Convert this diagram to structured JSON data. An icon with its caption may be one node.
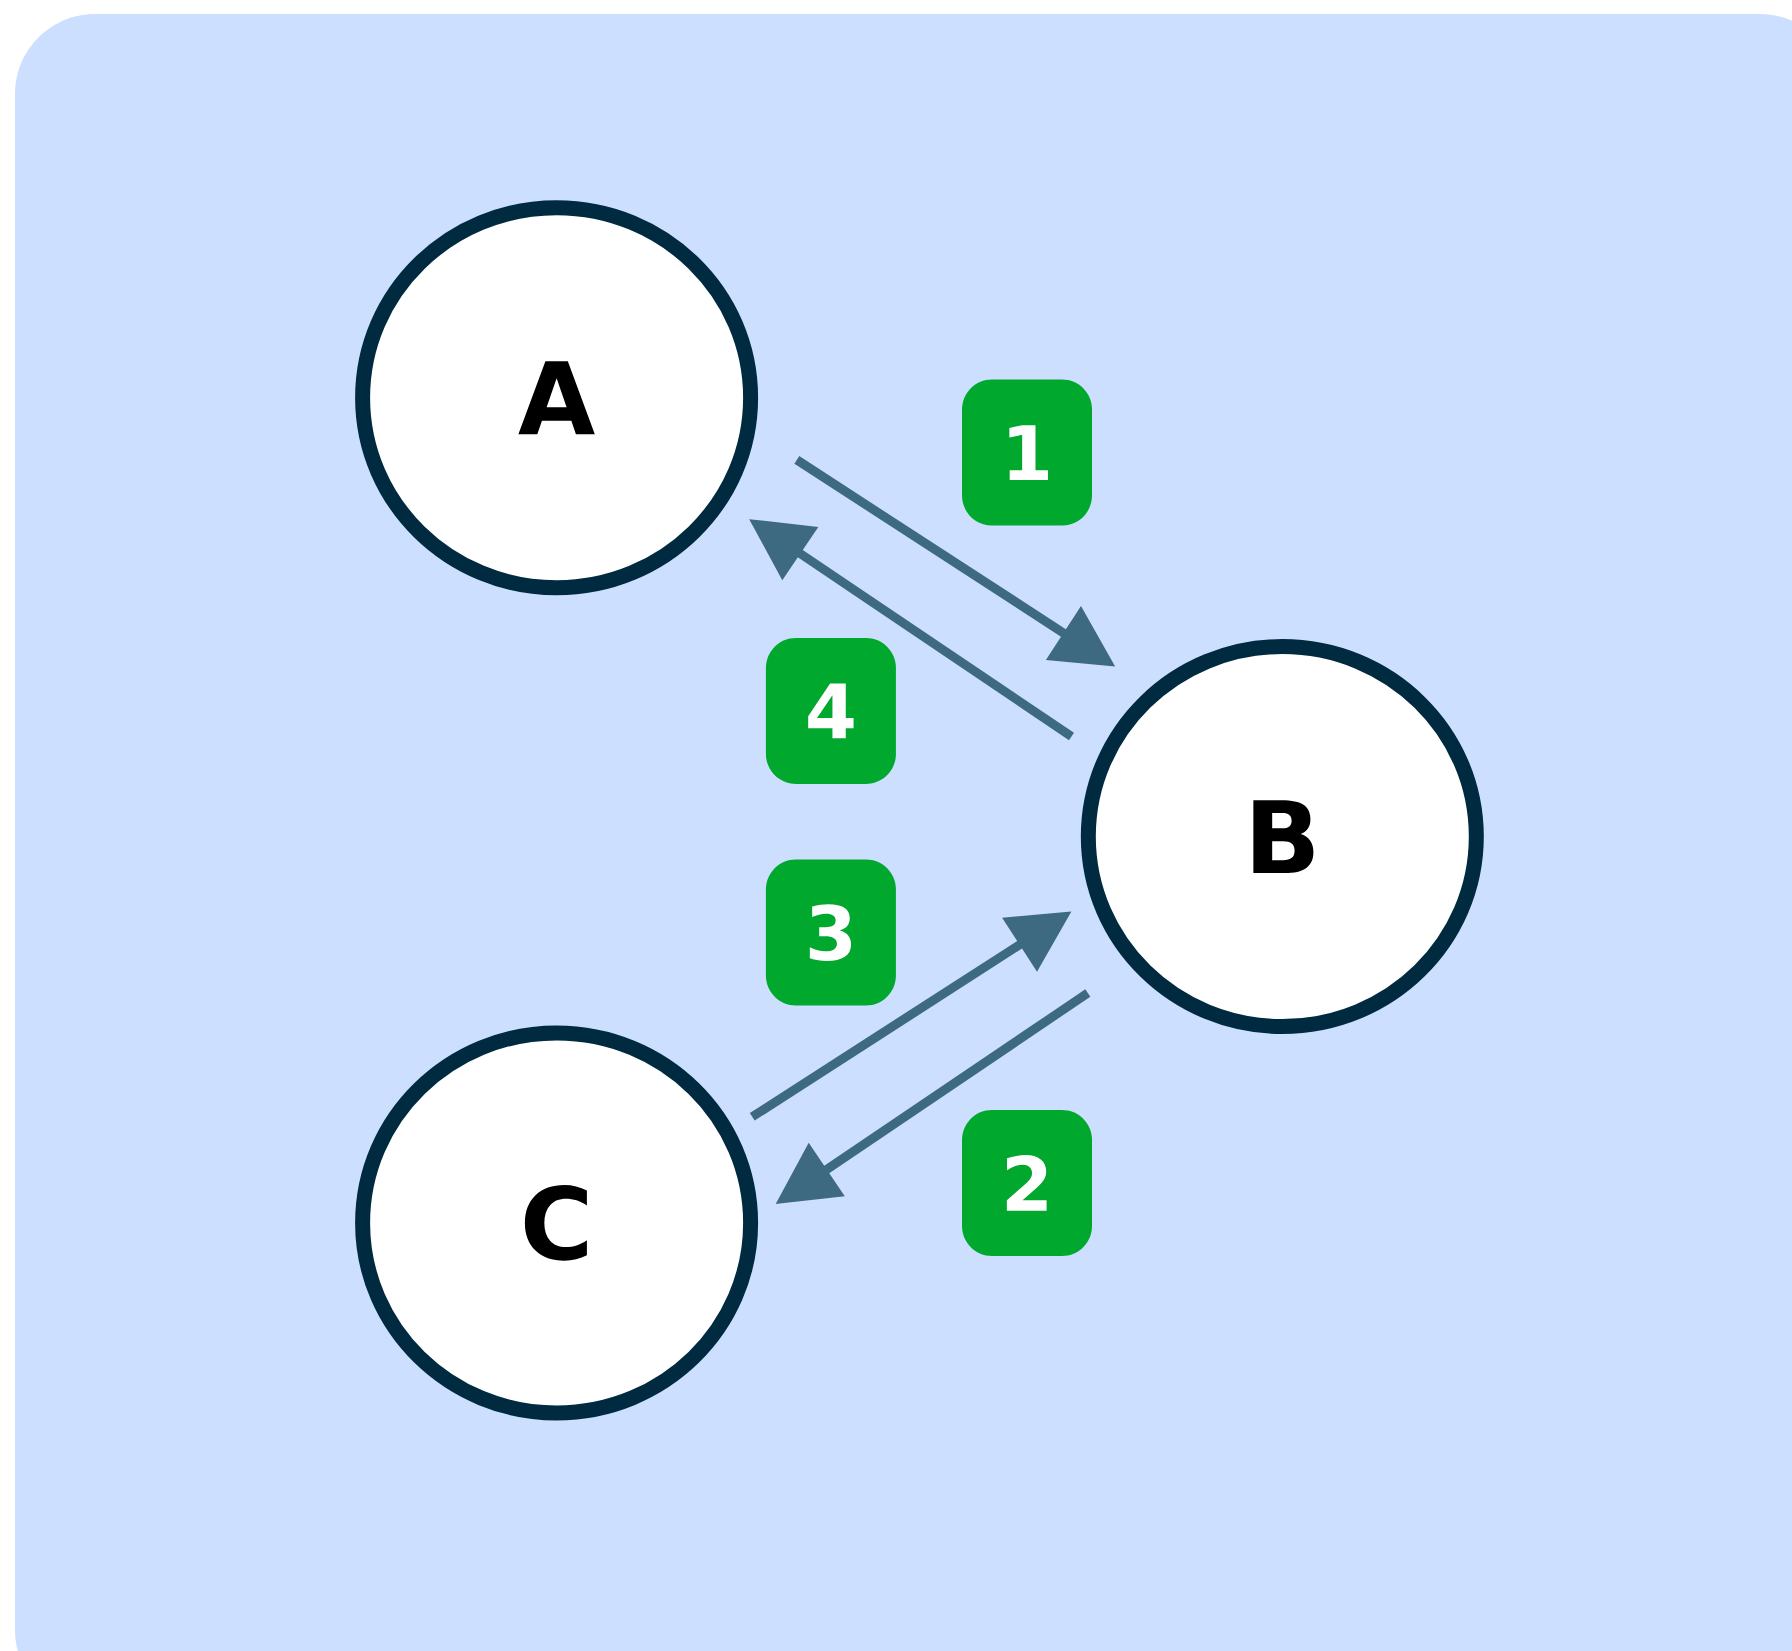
{
  "diagram": {
    "nodes": [
      {
        "text": [
          "A"
        ]
      },
      {
        "text": [
          "B"
        ]
      },
      {
        "text": [
          "C"
        ]
      }
    ],
    "edges": [
      {
        "from": 0,
        "to": 1,
        "arrow": "to",
        "label": "1"
      },
      {
        "from": 1,
        "to": 0,
        "arrow": "to",
        "label": "4"
      },
      {
        "from": 1,
        "to": 2,
        "arrow": "to",
        "label": "2"
      },
      {
        "from": 2,
        "to": 1,
        "arrow": "to",
        "label": "3"
      }
    ]
  }
}
